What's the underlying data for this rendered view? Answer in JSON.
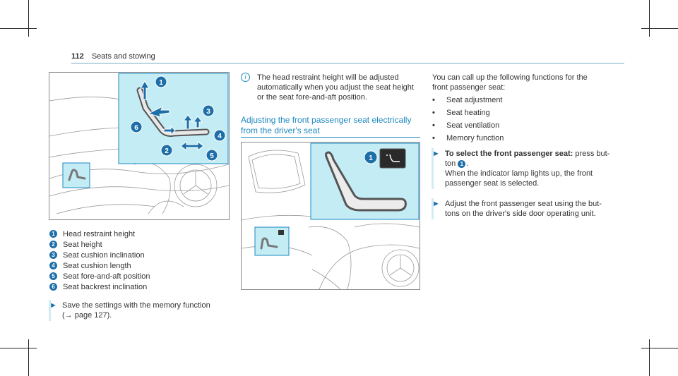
{
  "header": {
    "page_number": "112",
    "section": "Seats and stowing"
  },
  "figure1": {
    "callouts": [
      "1",
      "2",
      "3",
      "4",
      "5",
      "6"
    ],
    "legend": [
      {
        "n": "1",
        "text": "Head restraint height"
      },
      {
        "n": "2",
        "text": "Seat height"
      },
      {
        "n": "3",
        "text": "Seat cushion inclination"
      },
      {
        "n": "4",
        "text": "Seat cushion length"
      },
      {
        "n": "5",
        "text": "Seat fore-and-aft position"
      },
      {
        "n": "6",
        "text": "Seat backrest inclination"
      }
    ],
    "step": {
      "line1": "Save the settings with the memory function",
      "line2": "(→ page 127)."
    }
  },
  "note": {
    "icon": "info-icon",
    "line1": "The head restraint height will be adjusted",
    "line2": "automatically when you adjust the seat height",
    "line3": "or the seat fore-and-aft position."
  },
  "section": {
    "title_line1": "Adjusting the front passenger seat electrically",
    "title_line2": "from the driver's seat"
  },
  "figure2": {
    "callout": "1"
  },
  "right": {
    "intro1": "You can call up the following functions for the",
    "intro2": "front passenger seat:",
    "bullets": [
      "Seat adjustment",
      "Seat heating",
      "Seat ventilation",
      "Memory function"
    ],
    "step1": {
      "bold": "To select the front passenger seat:",
      "rest1": " press but-",
      "rest2": "ton",
      "callout": "1",
      "rest3": ".",
      "line3": "When the indicator lamp lights up, the front",
      "line4": "passenger seat is selected."
    },
    "step2": {
      "line1": "Adjust the front passenger seat using the but-",
      "line2": "tons on the driver's side door operating unit."
    }
  },
  "colors": {
    "accent": "#1e88c0",
    "callout": "#1e6fa8",
    "highlight": "#c4ecf5"
  }
}
